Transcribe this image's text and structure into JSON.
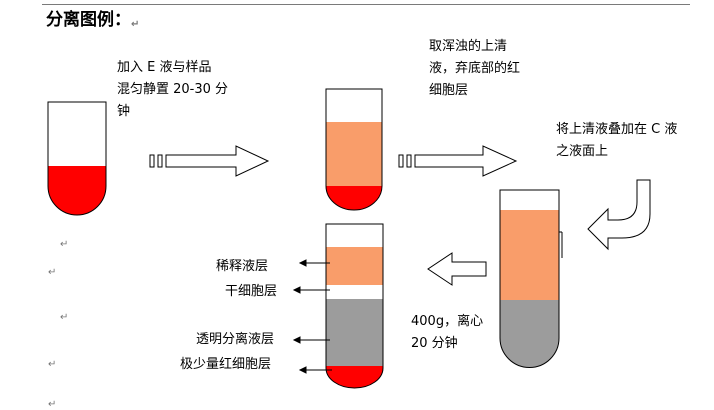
{
  "heading": "分离图例：",
  "step1_text": [
    "加入 E 液与样品",
    "混匀静置 20-30 分",
    "钟"
  ],
  "step2_text": [
    "取浑浊的上清",
    "液，弃底部的红",
    "细胞层"
  ],
  "step3_text": [
    "将上清液叠加在 C 液",
    "之液面上"
  ],
  "centrifuge_text": [
    "400g，离心",
    "20 分钟"
  ],
  "layer_labels": {
    "dilution": "稀释液层",
    "dry_cells": "干细胞层",
    "separation": "透明分离液层",
    "rbc": "极少量红细胞层"
  },
  "paragraph_mark": "↵",
  "colors": {
    "red": "#ff0000",
    "orange": "#f99d6a",
    "gray": "#9c9c9c",
    "outline": "#000000"
  }
}
